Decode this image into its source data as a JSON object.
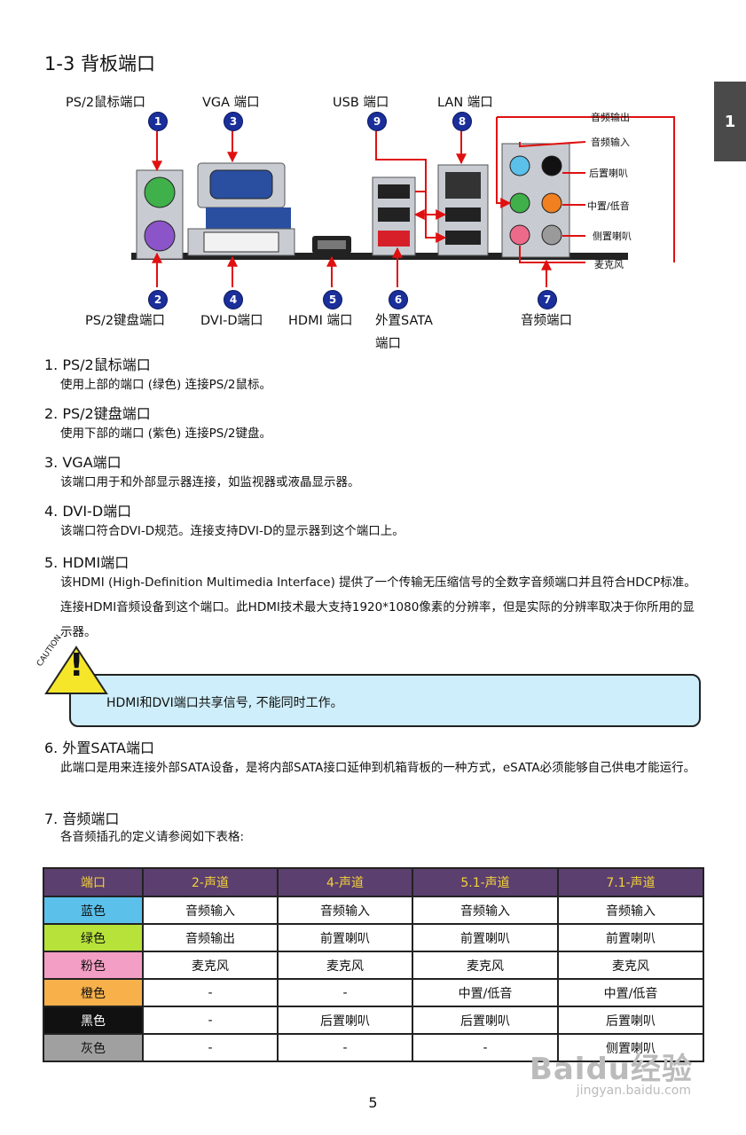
{
  "title": "1-3 背板端口",
  "side_tab": "1",
  "diagram": {
    "top_labels": {
      "ps2_mouse": "PS/2鼠标端口",
      "vga": "VGA 端口",
      "usb": "USB 端口",
      "lan": "LAN 端口"
    },
    "bottom_labels": {
      "ps2_keyboard": "PS/2键盘端口",
      "dvi_d": "DVI-D端口",
      "hdmi": "HDMI 端口",
      "esata_line1": "外置SATA",
      "esata_line2": "端口",
      "audio": "音频端口"
    },
    "badges": [
      "1",
      "3",
      "9",
      "8",
      "2",
      "4",
      "5",
      "6",
      "7"
    ],
    "audio_labels": [
      "音频输出",
      "音频输入",
      "后置喇叭",
      "中置/低音",
      "侧置喇叭",
      "麦克风"
    ]
  },
  "sections": [
    {
      "heading": "1. PS/2鼠标端口",
      "body": "使用上部的端口 (绿色) 连接PS/2鼠标。"
    },
    {
      "heading": "2. PS/2键盘端口",
      "body": "使用下部的端口 (紫色) 连接PS/2键盘。"
    },
    {
      "heading": "3. VGA端口",
      "body": "该端口用于和外部显示器连接，如监视器或液晶显示器。"
    },
    {
      "heading": "4. DVI-D端口",
      "body": "该端口符合DVI-D规范。连接支持DVI-D的显示器到这个端口上。"
    },
    {
      "heading": "5. HDMI端口",
      "body": "该HDMI (High-Definition Multimedia Interface) 提供了一个传输无压缩信号的全数字音频端口并且符合HDCP标准。连接HDMI音频设备到这个端口。此HDMI技术最大支持1920*1080像素的分辨率，但是实际的分辨率取决于你所用的显示器。"
    },
    {
      "heading": "6. 外置SATA端口",
      "body": "此端口是用来连接外部SATA设备，是将内部SATA接口延伸到机箱背板的一种方式，eSATA必须能够自己供电才能运行。"
    },
    {
      "heading": "7. 音频端口",
      "body": "各音频插孔的定义请参阅如下表格:"
    }
  ],
  "caution": {
    "badge": "CAUTION",
    "mark": "!",
    "text": "HDMI和DVI端口共享信号, 不能同时工作。"
  },
  "audio_table": {
    "headers": [
      "端口",
      "2-声道",
      "4-声道",
      "5.1-声道",
      "7.1-声道"
    ],
    "rows": [
      {
        "port": "蓝色",
        "color": "#5bc0ea",
        "cells": [
          "音频输入",
          "音频输入",
          "音频输入",
          "音频输入"
        ]
      },
      {
        "port": "绿色",
        "color": "#b6e23a",
        "cells": [
          "音频输出",
          "前置喇叭",
          "前置喇叭",
          "前置喇叭"
        ]
      },
      {
        "port": "粉色",
        "color": "#f39ec4",
        "cells": [
          "麦克风",
          "麦克风",
          "麦克风",
          "麦克风"
        ]
      },
      {
        "port": "橙色",
        "color": "#f7b04a",
        "cells": [
          "-",
          "-",
          "中置/低音",
          "中置/低音"
        ]
      },
      {
        "port": "黑色",
        "color": "#111111",
        "cells": [
          "-",
          "后置喇叭",
          "后置喇叭",
          "后置喇叭"
        ]
      },
      {
        "port": "灰色",
        "color": "#a0a0a0",
        "cells": [
          "-",
          "-",
          "-",
          "侧置喇叭"
        ]
      }
    ]
  },
  "page_number": "5",
  "watermark": {
    "main": "Baidu经验",
    "sub": "jingyan.baidu.com"
  }
}
